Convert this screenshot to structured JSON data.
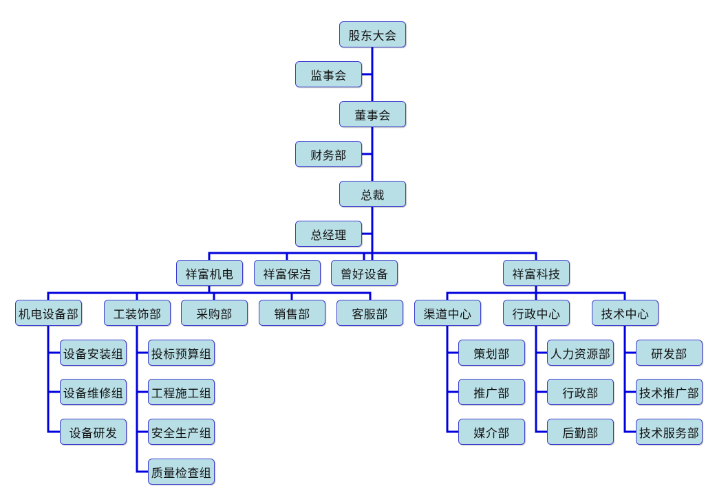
{
  "lines_color": "#0000dd",
  "node_fill": "#b9dfe6",
  "node_border": "#3b3bd0",
  "org": {
    "shareholders": "股东大会",
    "supervisors": "监事会",
    "board": "董事会",
    "finance": "财务部",
    "president": "总裁",
    "general_manager": "总经理",
    "companies": {
      "jidian": "祥富机电",
      "baojie": "祥富保洁",
      "zenghao": "曾好设备",
      "keji": "祥富科技"
    },
    "jidian_depts": {
      "equipment": "机电设备部",
      "decoration": "工装饰部",
      "purchase": "采购部",
      "sales": "销售部",
      "service": "客服部"
    },
    "equipment_groups": {
      "install": "设备安装组",
      "repair": "设备维修组",
      "rnd": "设备研发"
    },
    "decoration_groups": {
      "bidding": "投标预算组",
      "construction": "工程施工组",
      "safety": "安全生产组",
      "quality": "质量检查组"
    },
    "keji_centers": {
      "channel": "渠道中心",
      "admin": "行政中心",
      "tech": "技术中心"
    },
    "channel_depts": {
      "planning": "策划部",
      "promotion": "推广部",
      "media": "媒介部"
    },
    "admin_depts": {
      "hr": "人力资源部",
      "admin": "行政部",
      "logistics": "后勤部"
    },
    "tech_depts": {
      "rnd": "研发部",
      "promotion": "技术推广部",
      "service": "技术服务部"
    }
  }
}
